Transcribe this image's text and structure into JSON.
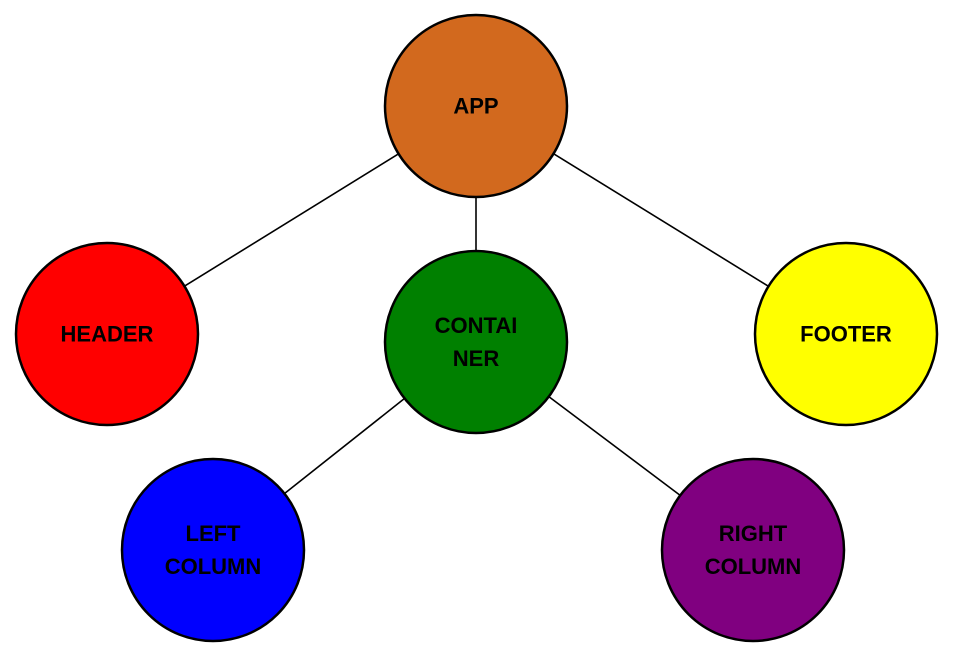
{
  "diagram": {
    "nodes": [
      {
        "id": "app",
        "lines": [
          "APP"
        ],
        "color": "#d2691e"
      },
      {
        "id": "header",
        "lines": [
          "HEADER"
        ],
        "color": "#ff0000"
      },
      {
        "id": "container",
        "lines": [
          "CONTAI",
          "NER"
        ],
        "color": "#008000"
      },
      {
        "id": "footer",
        "lines": [
          "FOOTER"
        ],
        "color": "#ffff00"
      },
      {
        "id": "left-column",
        "lines": [
          "LEFT",
          "COLUMN"
        ],
        "color": "#0000ff"
      },
      {
        "id": "right-column",
        "lines": [
          "RIGHT",
          "COLUMN"
        ],
        "color": "#800080"
      }
    ],
    "edges": [
      {
        "from": "app",
        "to": "header"
      },
      {
        "from": "app",
        "to": "container"
      },
      {
        "from": "app",
        "to": "footer"
      },
      {
        "from": "container",
        "to": "left-column"
      },
      {
        "from": "container",
        "to": "right-column"
      }
    ]
  }
}
